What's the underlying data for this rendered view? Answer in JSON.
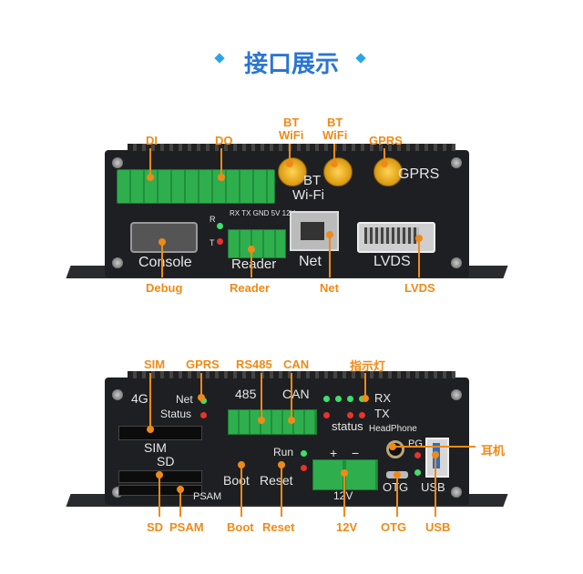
{
  "header": {
    "title": "接口展示"
  },
  "colors": {
    "accent": "#f08a16",
    "title": "#2a76d2",
    "device": "#1e1f22"
  },
  "top_panel": {
    "top_labels": {
      "di": "DI",
      "do": "DO",
      "bt_wifi_1": "BT\nWiFi",
      "bt_wifi_2": "BT\nWiFi",
      "gprs": "GPRS"
    },
    "bottom_labels": {
      "debug": "Debug",
      "reader": "Reader",
      "net": "Net",
      "lvds": "LVDS"
    },
    "silk": {
      "bt": "BT",
      "wifi": "Wi-Fi",
      "gprs": "GPRS",
      "console": "Console",
      "reader": "Reader",
      "net": "Net",
      "lvds": "LVDS",
      "r": "R",
      "t": "T",
      "reader_pins": "RX TX GND 5V 12V"
    }
  },
  "bottom_panel": {
    "top_labels": {
      "sim": "SIM",
      "gprs": "GPRS",
      "rs485": "RS485",
      "can": "CAN",
      "indicator": "指示灯"
    },
    "bottom_labels": {
      "sd": "SD",
      "psam": "PSAM",
      "boot": "Boot",
      "reset": "Reset",
      "v12": "12V",
      "otg": "OTG",
      "usb": "USB"
    },
    "side_label": "耳机",
    "silk": {
      "g4": "4G",
      "net": "Net",
      "status": "Status",
      "sim": "SIM",
      "sd": "SD",
      "psam": "PSAM",
      "n485": "485",
      "can": "CAN",
      "status2": "status",
      "rx": "RX",
      "tx": "TX",
      "headphone": "HeadPhone",
      "pg": "PG",
      "run": "Run",
      "plus": "+",
      "minus": "−",
      "boot": "Boot",
      "reset": "Reset",
      "v12": "12V",
      "otg": "OTG",
      "usb": "USB"
    }
  }
}
